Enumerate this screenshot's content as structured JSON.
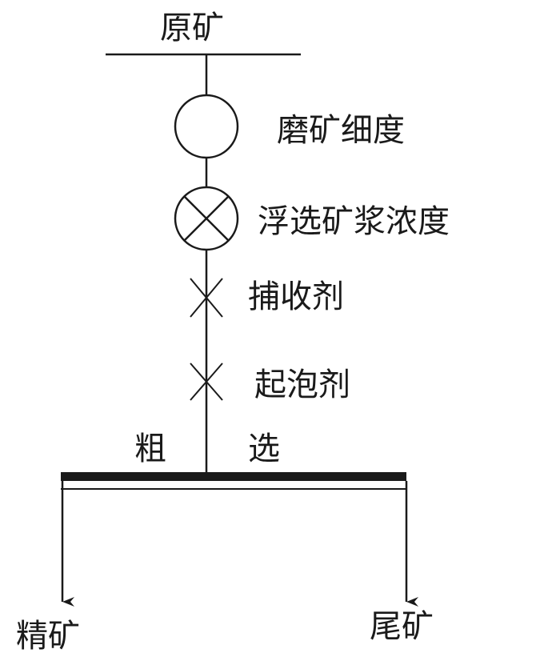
{
  "labels": {
    "ore": "原矿",
    "grinding_fineness": "磨矿细度",
    "flotation_pulp_density": "浮选矿浆浓度",
    "collector": "捕收剂",
    "frother": "起泡剂",
    "rougher_left": "粗",
    "rougher_right": "选",
    "concentrate": "精矿",
    "tailings": "尾矿"
  }
}
